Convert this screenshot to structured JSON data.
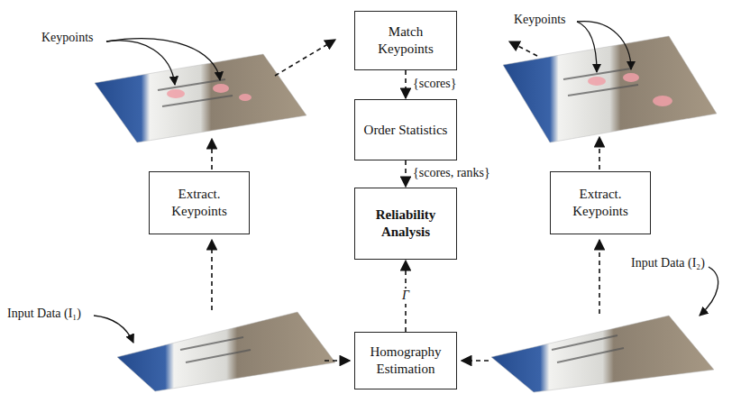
{
  "diagram": {
    "nodes": [
      {
        "text": [
          "Match Keypoints"
        ]
      },
      {
        "text": [
          "Order Statistics"
        ]
      },
      {
        "text": [
          "Reliability Analysis"
        ]
      },
      {
        "text": [
          "Extract. Keypoints"
        ]
      },
      {
        "text": [
          "Extract. Keypoints"
        ]
      },
      {
        "text": [
          "Homography Estimation"
        ]
      }
    ],
    "edges": [
      {
        "from": 0,
        "to": 1,
        "label": "{scores}",
        "arrow": "to"
      },
      {
        "from": 1,
        "to": 2,
        "label": "{scores, ranks}",
        "arrow": "to"
      },
      {
        "from": 5,
        "to": 2,
        "label": "Γ",
        "arrow": "to"
      }
    ],
    "labels": [
      "Keypoints",
      "Keypoints",
      "Input Data (I₁)",
      "Input Data (I₂)"
    ]
  }
}
